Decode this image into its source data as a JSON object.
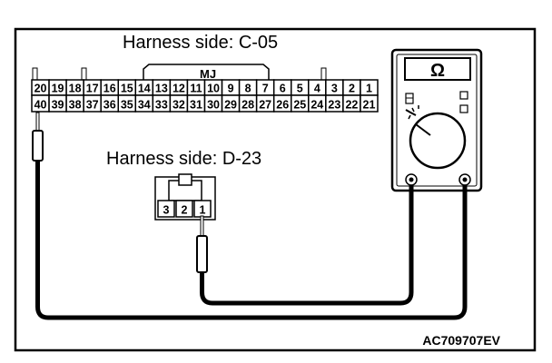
{
  "diagram": {
    "connector_c05": {
      "label": "Harness side: C-05",
      "key_label": "MJ",
      "top_row": [
        "20",
        "19",
        "18",
        "17",
        "16",
        "15",
        "14",
        "13",
        "12",
        "11",
        "10",
        "9",
        "8",
        "7",
        "6",
        "5",
        "4",
        "3",
        "2",
        "1"
      ],
      "bottom_row": [
        "40",
        "39",
        "38",
        "37",
        "36",
        "35",
        "34",
        "33",
        "32",
        "31",
        "30",
        "29",
        "28",
        "27",
        "26",
        "25",
        "24",
        "23",
        "22",
        "21"
      ]
    },
    "connector_d23": {
      "label": "Harness side: D-23",
      "pins": [
        "3",
        "2",
        "1"
      ]
    },
    "meter": {
      "mode_symbol": "Ω"
    },
    "figure_code": "AC709707EV"
  }
}
